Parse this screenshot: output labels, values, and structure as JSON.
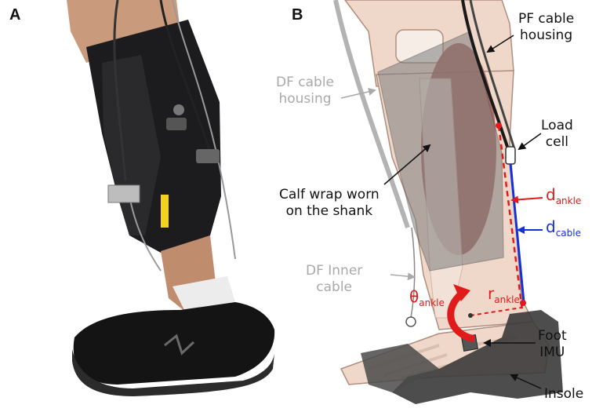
{
  "panels": {
    "a": "A",
    "b": "B"
  },
  "labels": {
    "pf_cable_housing": [
      "PF cable",
      "housing"
    ],
    "df_cable_housing": [
      "DF cable",
      "housing"
    ],
    "load_cell": [
      "Load",
      "cell"
    ],
    "calf_wrap": [
      "Calf wrap worn",
      "on the shank"
    ],
    "df_inner_cable": [
      "DF Inner",
      "cable"
    ],
    "foot_imu": [
      "Foot",
      "IMU"
    ],
    "insole": "Insole"
  },
  "symbols": {
    "d_ankle": {
      "main": "d",
      "sub": "ankle"
    },
    "d_cable": {
      "main": "d",
      "sub": "cable"
    },
    "theta_ankle": {
      "main": "θ",
      "sub": "ankle"
    },
    "r_ankle": {
      "main": "r",
      "sub": "ankle"
    }
  },
  "colors": {
    "red": "#e11b1b",
    "blue": "#1530d8",
    "gray_text": "#a9a9a9",
    "skin": "#edd3c4",
    "wrap": "#8a8a8a"
  }
}
